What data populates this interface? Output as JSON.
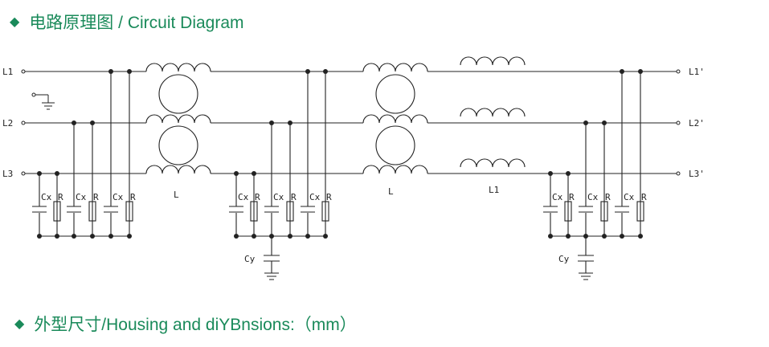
{
  "headings": {
    "circuit_title": "电路原理图  / Circuit Diagram",
    "housing_title": "外型尺寸/Housing and diYBnsions:（mm）",
    "diamond": "◆"
  },
  "diagram": {
    "input_labels": [
      "L1",
      "L2",
      "L3"
    ],
    "output_labels": [
      "L1'",
      "L2'",
      "L3'"
    ],
    "inductor_labels": [
      "L",
      "L",
      "L1"
    ],
    "cx_label": "Cx",
    "r_label": "R",
    "cy_label": "Cy",
    "colors": {
      "heading": "#1a8a5a",
      "wire": "#222222"
    }
  }
}
